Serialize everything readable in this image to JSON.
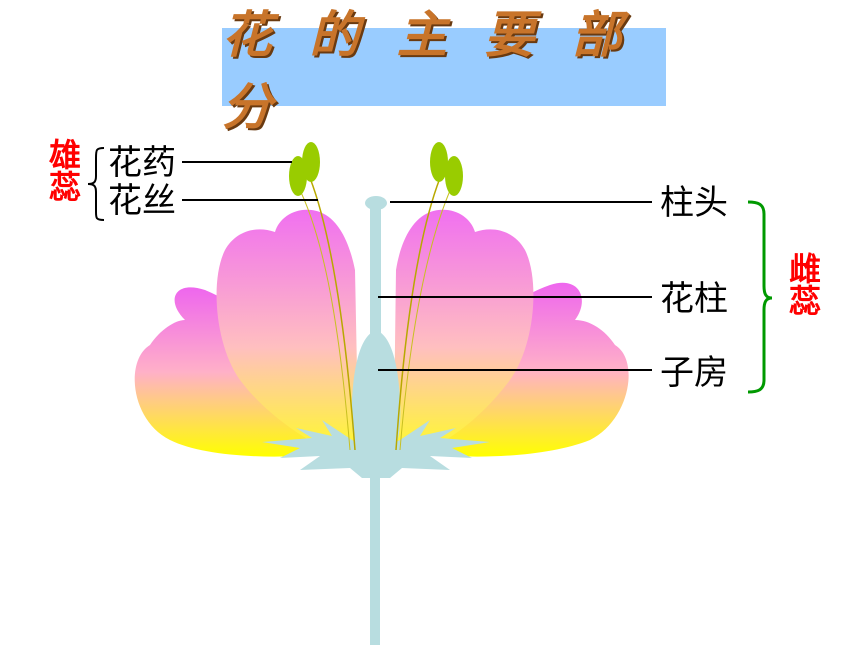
{
  "title": "花 的 主 要 部分",
  "labels": {
    "stamen": "雄蕊",
    "anther": "花药",
    "filament": "花丝",
    "stigma": "柱头",
    "style": "花柱",
    "ovary": "子房",
    "pistil": "雌蕊"
  },
  "colors": {
    "title_bg": "#99ccff",
    "title_text": "#c8742a",
    "stamen_label": "#ff0000",
    "pistil_label": "#ff0000",
    "pistil_brace": "#009900",
    "petal_top": "#ee66ee",
    "petal_bottom": "#ffff00",
    "pistil_body": "#b8dde0",
    "anther": "#99cc00"
  }
}
